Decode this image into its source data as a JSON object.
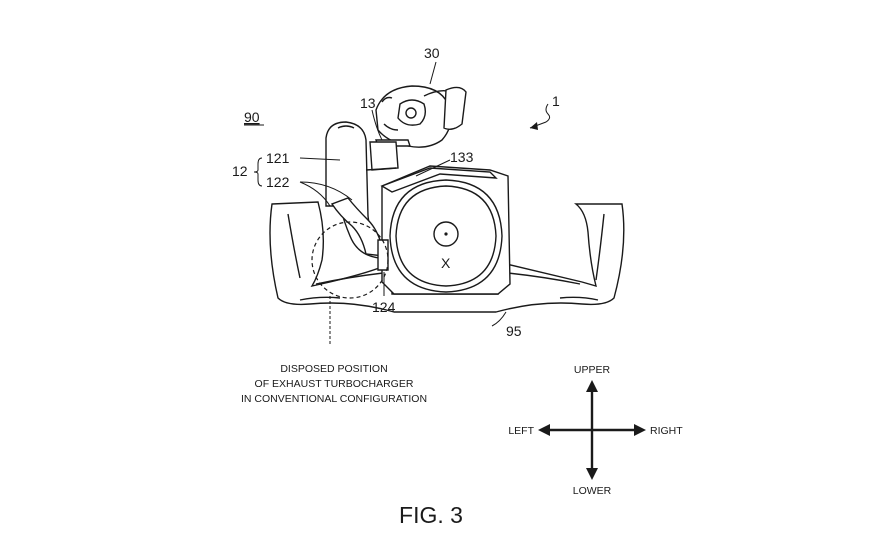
{
  "labels": {
    "ref_1": "1",
    "ref_30": "30",
    "ref_13": "13",
    "ref_90": "90",
    "ref_12": "12",
    "ref_121": "121",
    "ref_122": "122",
    "ref_133": "133",
    "ref_x": "X",
    "ref_124": "124",
    "ref_95": "95"
  },
  "annotation": {
    "line1": "DISPOSED POSITION",
    "line2": "OF EXHAUST TURBOCHARGER",
    "line3": "IN CONVENTIONAL CONFIGURATION"
  },
  "directions": {
    "upper": "UPPER",
    "lower": "LOWER",
    "left": "LEFT",
    "right": "RIGHT"
  },
  "caption": "FIG. 3"
}
